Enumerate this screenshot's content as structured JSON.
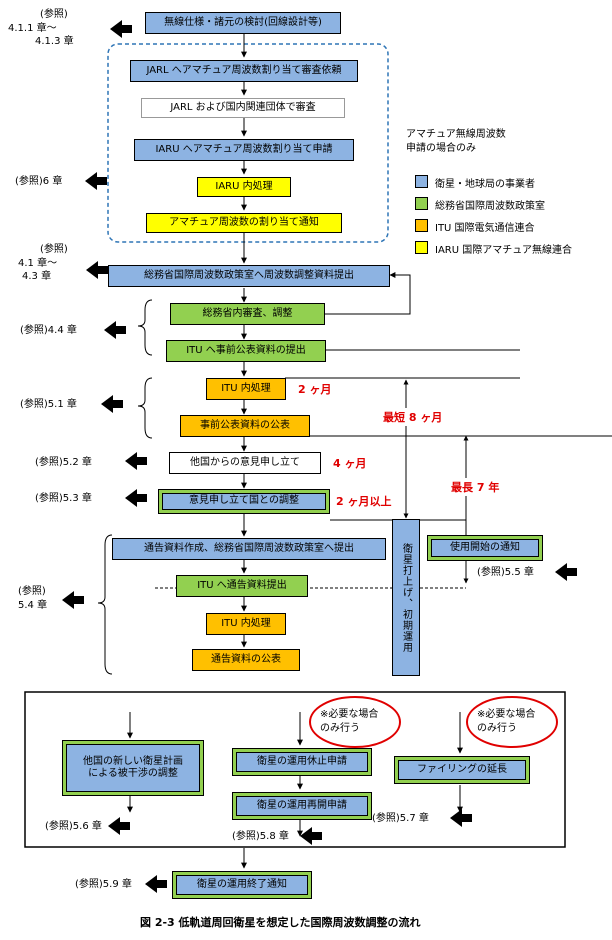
{
  "boxes": {
    "b1": "無線仕様・諸元の検討(回線設計等)",
    "b2": "JARL へアマチュア周波数割り当て審査依頼",
    "b3": "JARL および国内関連団体で審査",
    "b4": "IARU へアマチュア周波数割り当て申請",
    "b5": "IARU 内処理",
    "b6": "アマチュア周波数の割り当て通知",
    "b7": "総務省国際周波数政策室へ周波数調整資料提出",
    "b8": "総務省内審査、調整",
    "b9": "ITU へ事前公表資料の提出",
    "b10": "ITU 内処理",
    "b11": "事前公表資料の公表",
    "b12": "他国からの意見申し立て",
    "b13": "意見申し立て国との調整",
    "b14": "通告資料作成、総務省国際周波数政策室へ提出",
    "b15": "ITU へ通告資料提出",
    "b16": "ITU 内処理",
    "b17": "通告資料の公表",
    "b18": "衛星打上げ、初期運用",
    "b19": "使用開始の通知",
    "b20a": "他国の新しい衛星計画",
    "b20b": "による被干渉の調整",
    "b21": "衛星の運用休止申請",
    "b22": "衛星の運用再開申請",
    "b23": "ファイリングの延長",
    "b24": "衛星の運用終了通知"
  },
  "refs": {
    "r1a": "(参照)",
    "r1b": "4.1.1 章〜",
    "r1c": "4.1.3 章",
    "r2": "(参照)6 章",
    "r3a": "(参照)",
    "r3b": "4.1 章〜",
    "r3c": "4.3 章",
    "r4": "(参照)4.4 章",
    "r5": "(参照)5.1 章",
    "r6": "(参照)5.2 章",
    "r7": "(参照)5.3 章",
    "r8": "(参照)5.5 章",
    "r9a": "(参照)",
    "r9b": "5.4 章",
    "r10": "(参照)5.6 章",
    "r11": "(参照)5.8 章",
    "r12": "(参照)5.7 章",
    "r13": "(参照)5.9 章"
  },
  "durations": {
    "d1": "2 ヶ月",
    "d2": "4 ヶ月",
    "d3": "2 ヶ月以上",
    "d4": "最短 8 ヶ月",
    "d5": "最長 7 年"
  },
  "notes": {
    "n1a": "※必要な場合",
    "n1b": "のみ行う",
    "n2a": "※必要な場合",
    "n2b": "のみ行う",
    "amateur_a": "アマチュア無線周波数",
    "amateur_b": "申請の場合のみ"
  },
  "legend": [
    {
      "label": "衛星・地球局の事業者",
      "color": "#8DB3E2"
    },
    {
      "label": "総務省国際周波数政策室",
      "color": "#92D050"
    },
    {
      "label": "ITU  国際電気通信連合",
      "color": "#FFC000"
    },
    {
      "label": "IARU  国際アマチュア無線連合",
      "color": "#FFFF00"
    }
  ],
  "caption": "図 2-3   低軌道周回衛星を想定した国際周波数調整の流れ"
}
